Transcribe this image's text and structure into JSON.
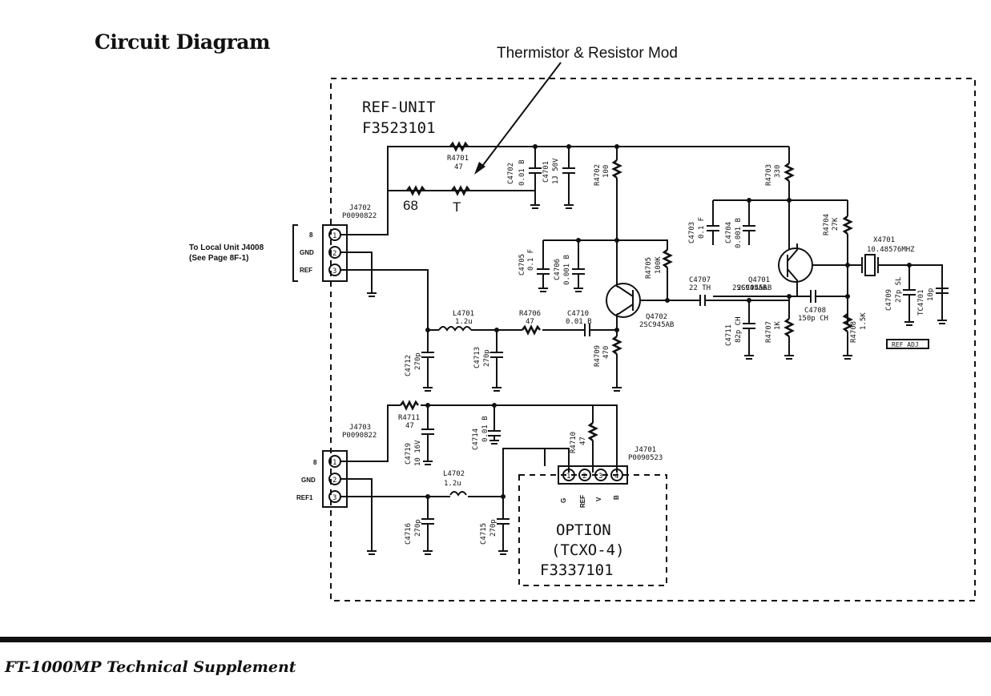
{
  "page": {
    "title": "Circuit Diagram",
    "footer": "FT-1000MP  Technical Supplement"
  },
  "annotation": {
    "callout": "Thermistor & Resistor Mod"
  },
  "ref_unit": {
    "label_line1": "REF-UNIT",
    "label_line2": "F3523101",
    "mod_resistor_value": "68",
    "mod_thermistor_label": "T"
  },
  "connectors": {
    "to_local": {
      "label_line1": "To Local Unit J4008",
      "label_line2": "(See Page 8F-1)"
    },
    "j4702": {
      "ref": "J4702",
      "part": "P0090822",
      "pins": [
        "8",
        "GND",
        "REF"
      ],
      "pin_numbers": [
        "1",
        "2",
        "3"
      ]
    },
    "j4703": {
      "ref": "J4703",
      "part": "P0090822",
      "pins": [
        "8",
        "GND",
        "REF1"
      ],
      "pin_numbers": [
        "1",
        "2",
        "3"
      ]
    },
    "j4701": {
      "ref": "J4701",
      "part": "P0090523",
      "pins": [
        "1",
        "2",
        "3",
        "4"
      ]
    }
  },
  "components": {
    "r4701": [
      "R4701",
      "47"
    ],
    "c4702": [
      "C4702",
      "0.01 B"
    ],
    "c4701": [
      "C4701",
      "1J 50V"
    ],
    "r4702": [
      "R4702",
      "100"
    ],
    "r4703": [
      "R4703",
      "330"
    ],
    "c4703": [
      "C4703",
      "0.1 F"
    ],
    "c4704": [
      "C4704",
      "0.001 B"
    ],
    "r4704": [
      "R4704",
      "27K"
    ],
    "x4701": [
      "X4701",
      "10.48576MHZ"
    ],
    "c4705": [
      "C4705",
      "0.1 F"
    ],
    "c4706": [
      "C4706",
      "0.001 B"
    ],
    "r4705": [
      "R4705",
      "100K"
    ],
    "c4707": [
      "C4707",
      "22 TH"
    ],
    "q4701": [
      "Q4701",
      "2SC945AB"
    ],
    "q4702": [
      "Q4702",
      "2SC945AB"
    ],
    "c4708": [
      "C4708",
      "150p CH"
    ],
    "c4709": [
      "C4709",
      "27p SL"
    ],
    "tc4701": [
      "TC4701",
      "10p"
    ],
    "r4707": [
      "R4707",
      "1K"
    ],
    "r4708": [
      "R4708",
      "1.5K"
    ],
    "c4711": [
      "C4711",
      "82p CH"
    ],
    "l4701": [
      "L4701",
      "1.2u"
    ],
    "r4706": [
      "R4706",
      "47"
    ],
    "c4710": [
      "C4710",
      "0.01 B"
    ],
    "r4709": [
      "R4709",
      "470"
    ],
    "c4712": [
      "C4712",
      "270p"
    ],
    "c4713": [
      "C4713",
      "270p"
    ],
    "r4711": [
      "R4711",
      "47"
    ],
    "c4719": [
      "C4719",
      "10 16V"
    ],
    "c4714": [
      "C4714",
      "0.01 B"
    ],
    "r4710": [
      "R4710",
      "47"
    ],
    "l4702": [
      "L4702",
      "1.2u"
    ],
    "c4716": [
      "C4716",
      "270p"
    ],
    "c4715": [
      "C4715",
      "270p"
    ]
  },
  "option": {
    "title": "OPTION",
    "model": "(TCXO-4)",
    "part": "F3337101",
    "pin_labels": [
      "G",
      "REF",
      "V",
      "B"
    ]
  },
  "misc": {
    "ref_adj": "REF ADJ"
  }
}
